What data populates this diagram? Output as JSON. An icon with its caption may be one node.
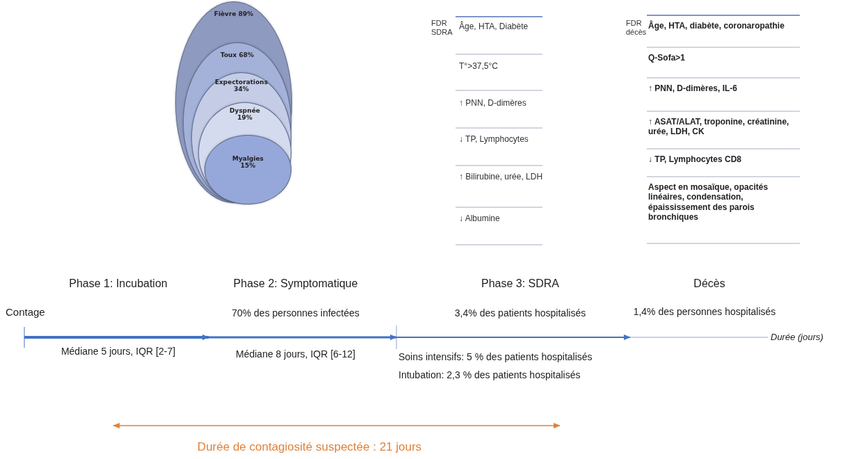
{
  "diagram": {
    "nodes": [
      {
        "text": [
          "Fièvre 89%"
        ]
      },
      {
        "text": [
          "Toux 68%"
        ],
        "in": 0
      },
      {
        "text": [
          "Expectorations 34%"
        ],
        "in": 1
      },
      {
        "text": [
          "Dyspnée 19%"
        ],
        "in": 2
      },
      {
        "text": [
          "Myalgies 15%"
        ],
        "in": 3
      }
    ],
    "edges": [],
    "labels": [
      "FDR SDRA",
      "Âge, HTA, Diabète",
      "T°>37,5°C",
      "↑ PNN, D-dimères",
      "↓ TP, Lymphocytes",
      "↑ Bilirubine, urée, LDH",
      "↓ Albumine",
      "FDR décès",
      "Âge, HTA, diabète, coronaropathie",
      "Q-Sofa>1",
      "↑ PNN, D-dimères, IL-6",
      "↑ ASAT/ALAT, troponine, créatinine, urée, LDH, CK",
      "↓ TP, Lymphocytes CD8",
      "Aspect en mosaïque, opacités linéaires, condensation, épaississement des parois bronchiques",
      "Phase 1: Incubation",
      "Phase 2: Symptomatique",
      "Phase 3: SDRA",
      "Décès",
      "Contage",
      "70% des personnes infectées",
      "3,4% des patients hospitalisés",
      "1,4% des personnes hospitalisés",
      "Médiane 5 jours, IQR [2-7]",
      "Médiane 8 jours, IQR [6-12]",
      "Soins intensifs: 5 % des patients hospitalisés",
      "Intubation: 2,3 % des patients hospitalisés",
      "Durée (jours)",
      "Durée de contagiosité suspectée : 21 jours"
    ]
  }
}
